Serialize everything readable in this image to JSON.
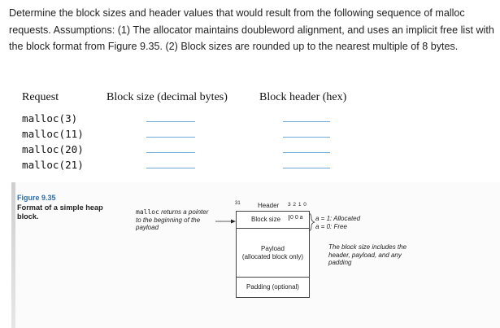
{
  "prompt": "Determine the block sizes and header values that would result from the following sequence of malloc requests. Assumptions: (1) The allocator maintains doubleword alignment, and uses an implicit free list with the block format from Figure 9.35. (2) Block sizes are rounded up to the nearest multiple of 8 bytes.",
  "table": {
    "headers": [
      "Request",
      "Block size (decimal bytes)",
      "Block header (hex)"
    ],
    "rows": [
      "malloc(3)",
      "malloc(11)",
      "malloc(20)",
      "malloc(21)"
    ]
  },
  "figure": {
    "number": "Figure 9.35",
    "caption": "Format of a simple heap block.",
    "malloc_word": "malloc",
    "malloc_note": "returns a pointer to the beginning of the payload",
    "bit_31": "31",
    "bit_labels": "3 2 1 0",
    "header_label": "Header",
    "block_size_label": "Block size",
    "flag_bits": "0 0 a",
    "a_allocated": "a = 1: Allocated",
    "a_free": "a = 0: Free",
    "payload_label": "Payload",
    "payload_sub": "(allocated block only)",
    "padding_label": "Padding (optional)",
    "note": "The block size includes the header, payload, and any padding"
  },
  "colors": {
    "blank_line": "#6fa9d8",
    "figure_title": "#2b6bb0"
  }
}
